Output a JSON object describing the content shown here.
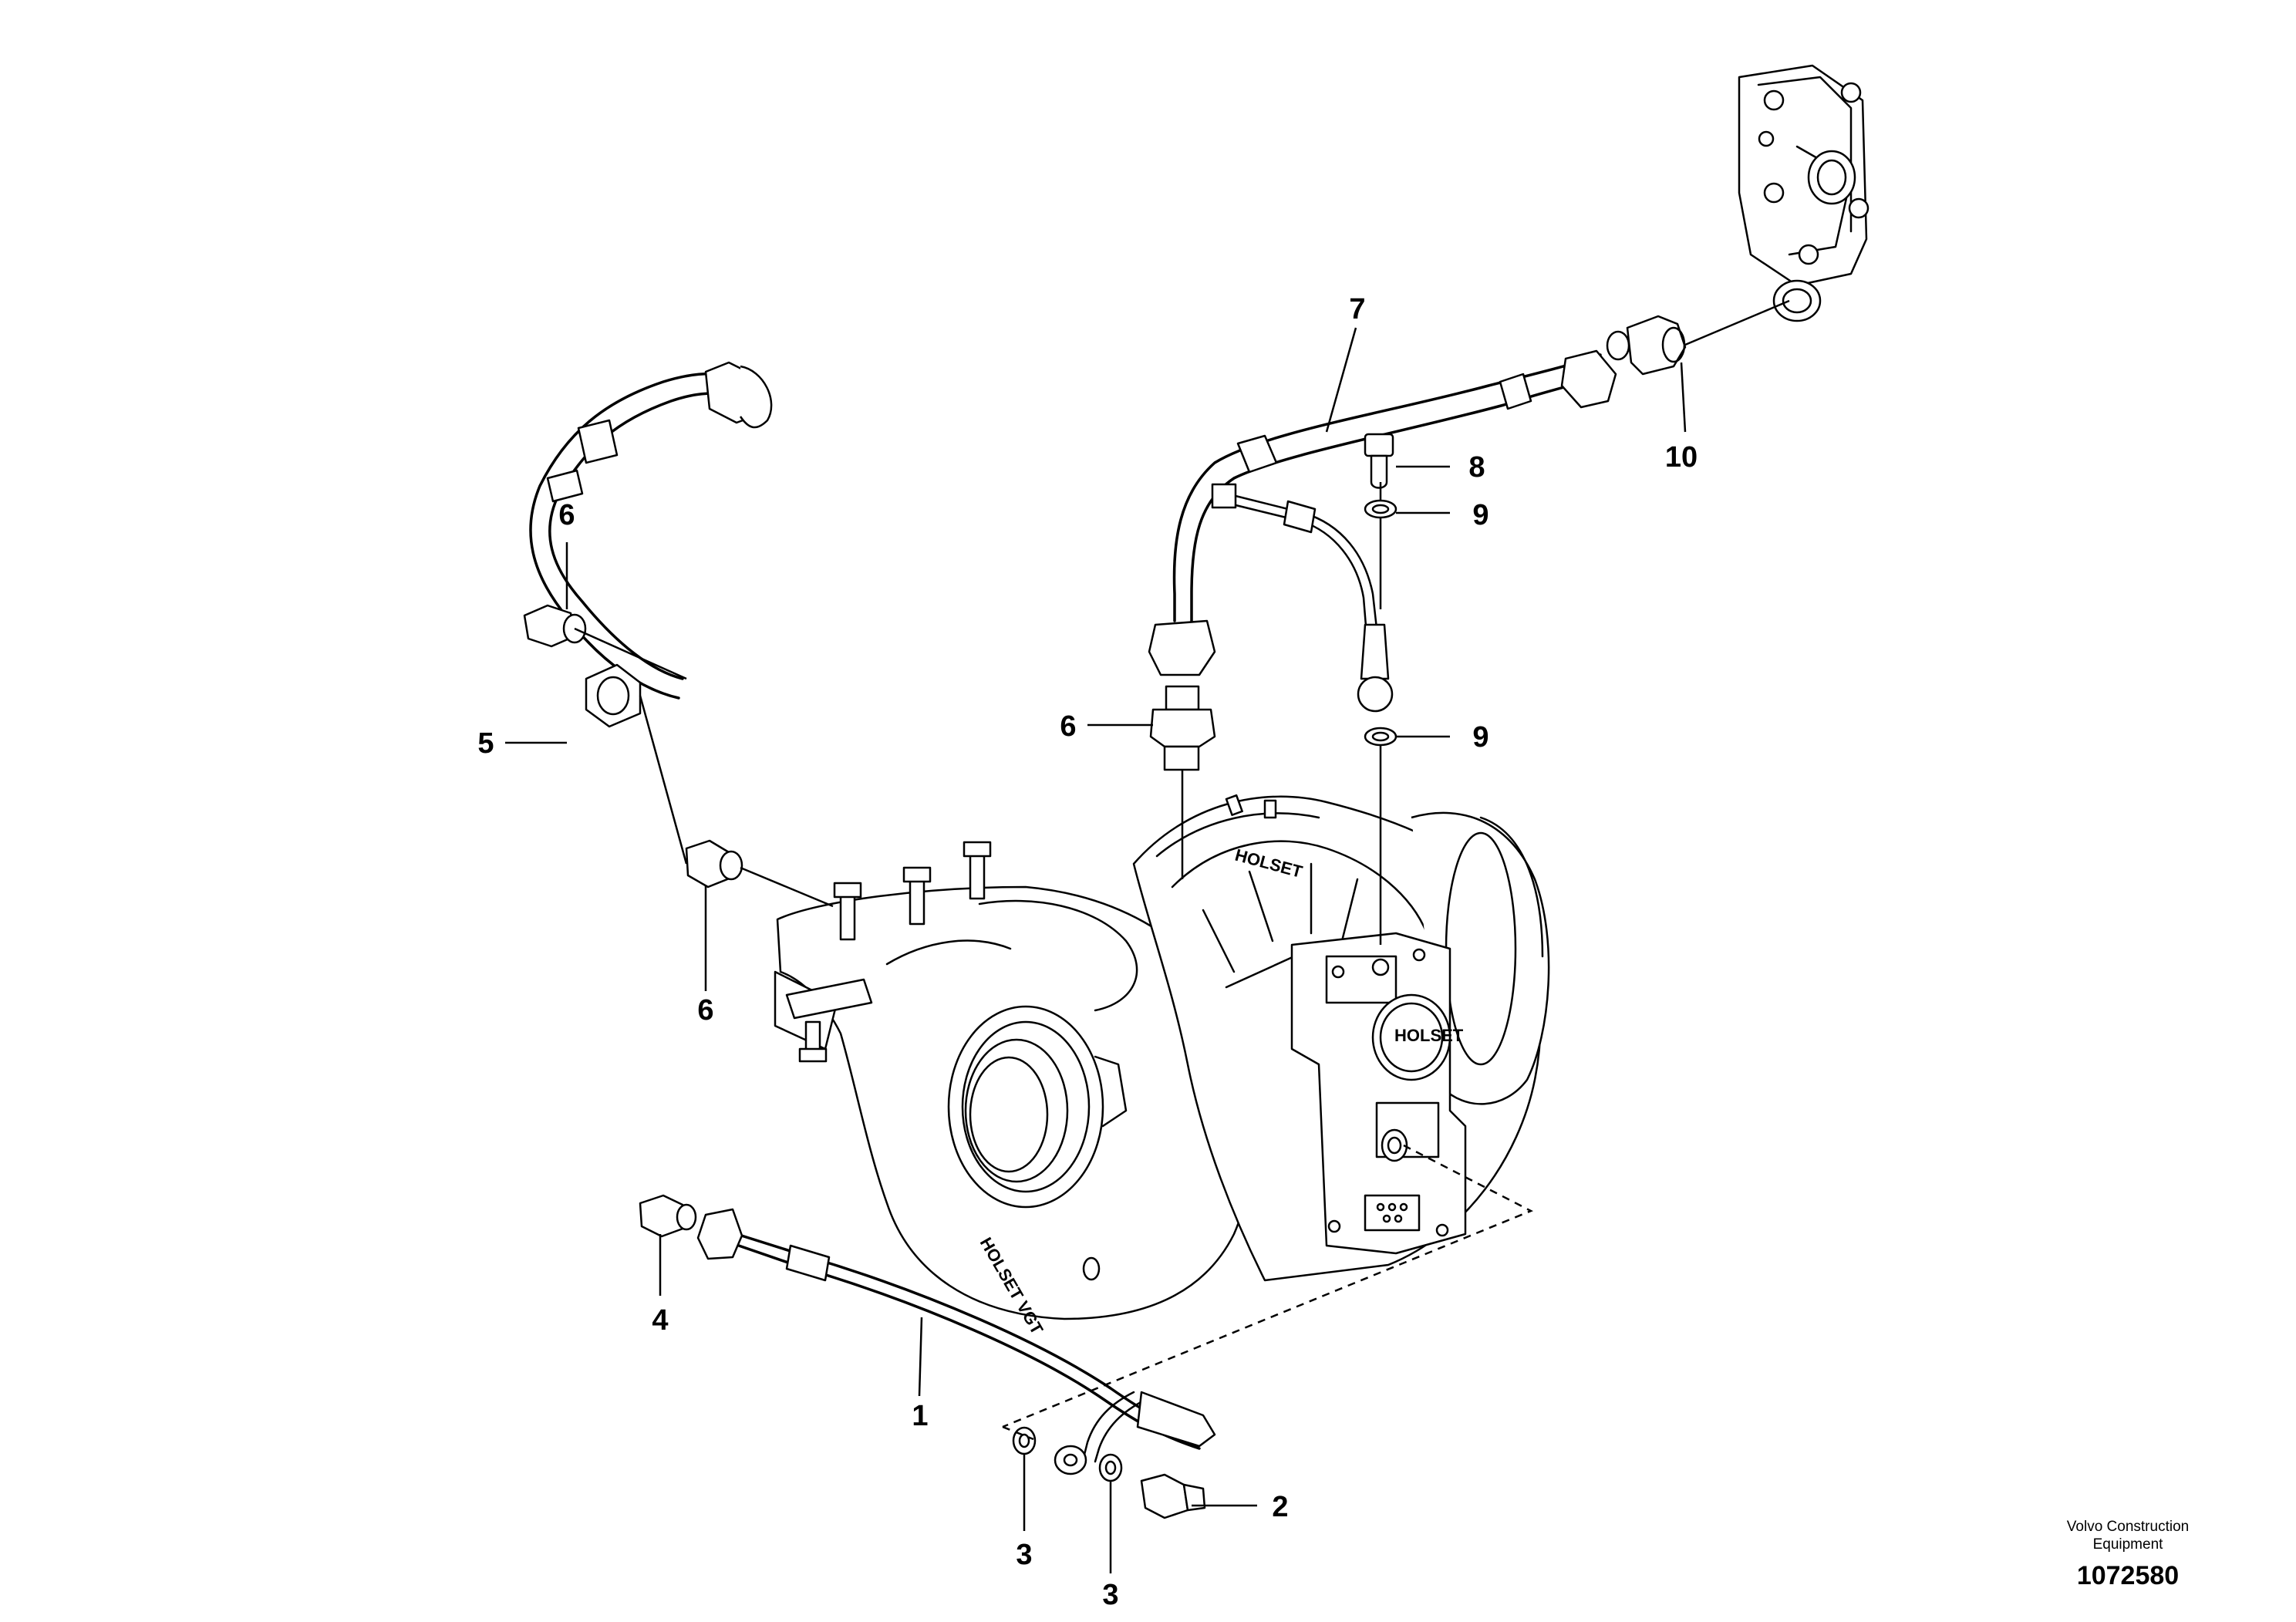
{
  "callouts": [
    {
      "id": "c1",
      "label": "1"
    },
    {
      "id": "c2",
      "label": "2"
    },
    {
      "id": "c3a",
      "label": "3"
    },
    {
      "id": "c3b",
      "label": "3"
    },
    {
      "id": "c4",
      "label": "4"
    },
    {
      "id": "c5",
      "label": "5"
    },
    {
      "id": "c6a",
      "label": "6"
    },
    {
      "id": "c6b",
      "label": "6"
    },
    {
      "id": "c6c",
      "label": "6"
    },
    {
      "id": "c7",
      "label": "7"
    },
    {
      "id": "c8",
      "label": "8"
    },
    {
      "id": "c9a",
      "label": "9"
    },
    {
      "id": "c9b",
      "label": "9"
    },
    {
      "id": "c10",
      "label": "10"
    }
  ],
  "casting_text": {
    "housing": "HOLSET VGT",
    "center": "HOLSET",
    "actuator": "HOLSET"
  },
  "credit": {
    "company_line1": "Volvo Construction",
    "company_line2": "Equipment",
    "figure_number": "1072580"
  }
}
